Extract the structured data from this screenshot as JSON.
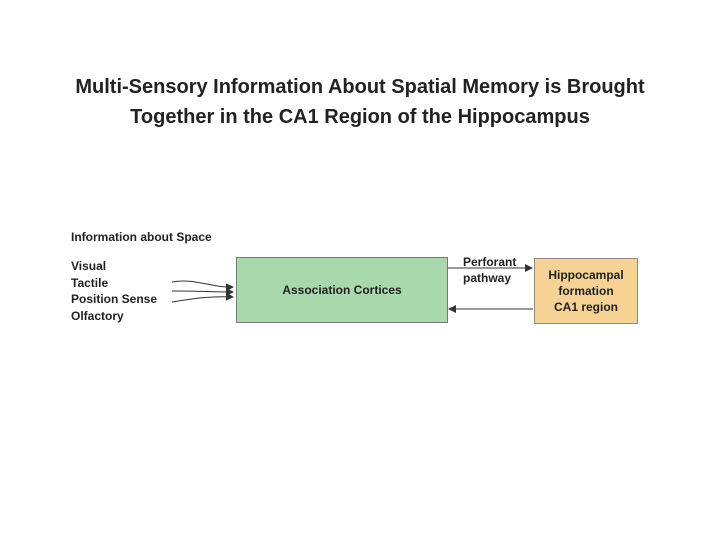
{
  "title": {
    "line1": "Multi-Sensory Information About Spatial Memory is  Brought",
    "line2": "Together in the CA1 Region of the Hippocampus"
  },
  "diagram": {
    "heading": "Information about Space",
    "inputs": [
      "Visual",
      "Tactile",
      "Position Sense",
      "Olfactory"
    ],
    "association_box": {
      "label": "Association Cortices",
      "color": "#a8d8ab"
    },
    "hippocampus_box": {
      "lines": [
        "Hippocampal",
        "formation",
        "CA1 region"
      ],
      "color": "#f6d394"
    },
    "pathway": {
      "line1": "Perforant",
      "line2": "pathway"
    }
  }
}
